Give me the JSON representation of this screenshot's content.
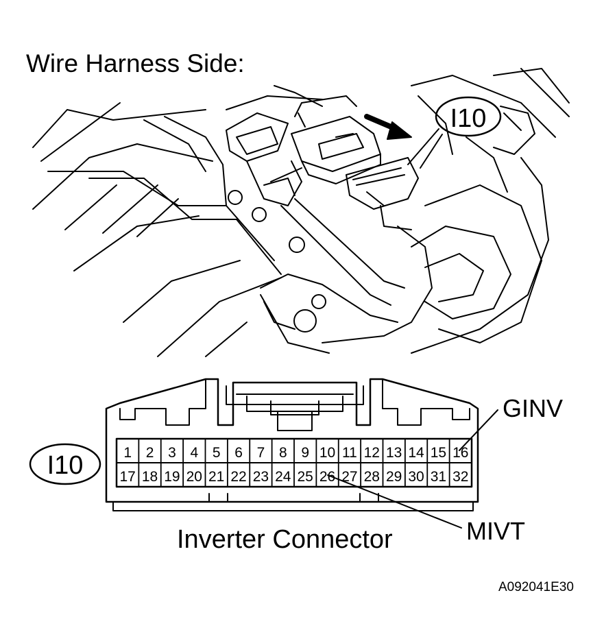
{
  "title": "Wire Harness Side:",
  "connector_id": "I10",
  "connector_name": "Inverter Connector",
  "callouts": {
    "top_right": "GINV",
    "bottom_right": "MIVT"
  },
  "figure_id": "A092041E30",
  "pins_row1": [
    "1",
    "2",
    "3",
    "4",
    "5",
    "6",
    "7",
    "8",
    "9",
    "10",
    "11",
    "12",
    "13",
    "14",
    "15",
    "16"
  ],
  "pins_row2": [
    "17",
    "18",
    "19",
    "20",
    "21",
    "22",
    "23",
    "24",
    "25",
    "26",
    "27",
    "28",
    "29",
    "30",
    "31",
    "32"
  ]
}
